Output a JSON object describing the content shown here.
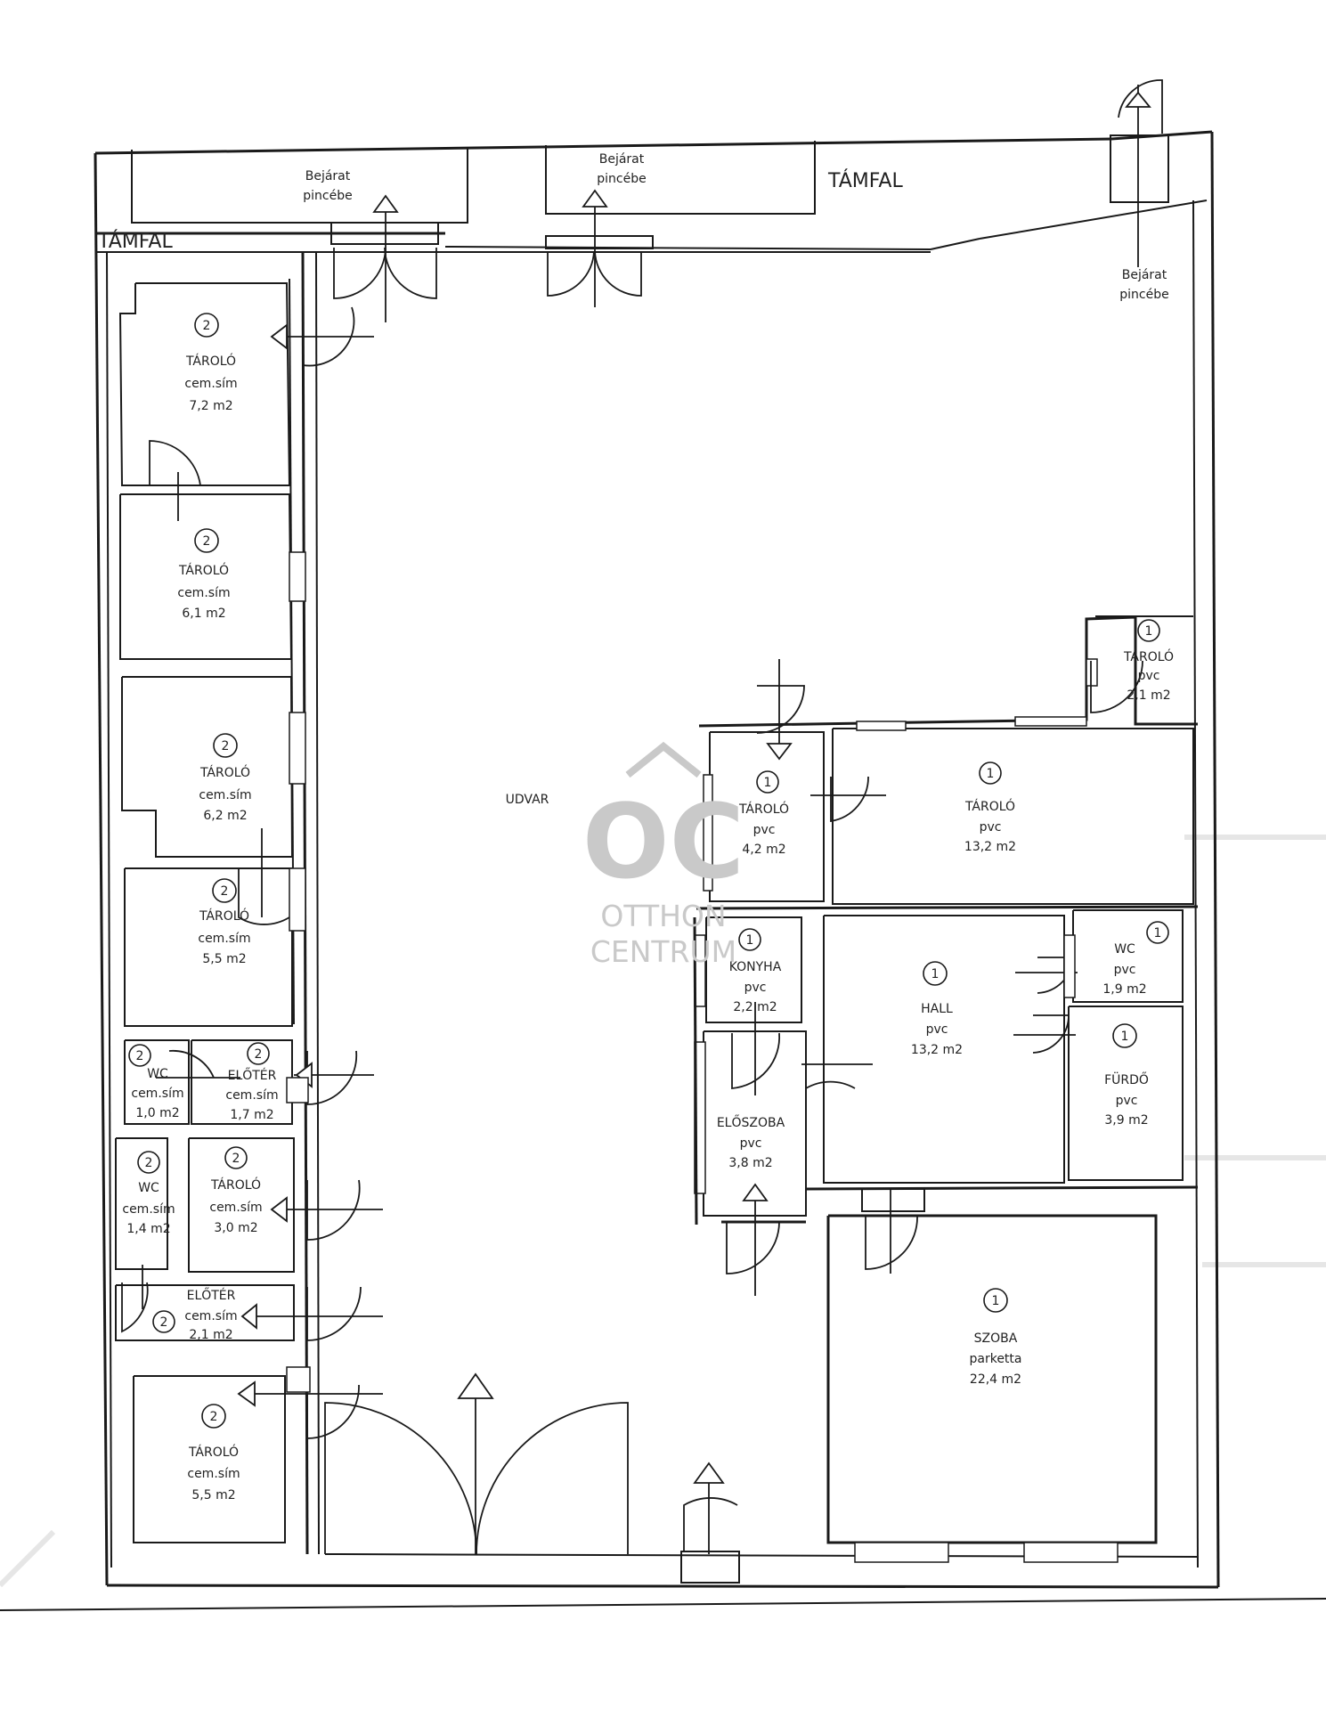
{
  "labels": {
    "tamfal_left": "TÁMFAL",
    "tamfal_top": "TÁMFAL",
    "bejarat_word": "Bejárat",
    "pincebe_word": "pincébe",
    "udvar": "UDVAR"
  },
  "watermark": {
    "letters": "OC",
    "line1": "OTTHON",
    "line2": "CENTRUM"
  },
  "rooms": {
    "r1": {
      "num": "2",
      "name": "TÁROLÓ",
      "floor": "cem.sím",
      "area": "7,2 m2"
    },
    "r2": {
      "num": "2",
      "name": "TÁROLÓ",
      "floor": "cem.sím",
      "area": "6,1 m2"
    },
    "r3": {
      "num": "2",
      "name": "TÁROLÓ",
      "floor": "cem.sím",
      "area": "6,2 m2"
    },
    "r4": {
      "num": "2",
      "name": "TÁROLÓ",
      "floor": "cem.sím",
      "area": "5,5 m2"
    },
    "r5": {
      "num": "2",
      "name": "WC",
      "floor": "cem.sím",
      "area": "1,0 m2"
    },
    "r6": {
      "num": "2",
      "name": "ELŐTÉR",
      "floor": "cem.sím",
      "area": "1,7 m2"
    },
    "r7": {
      "num": "2",
      "name": "WC",
      "floor": "cem.sím",
      "area": "1,4 m2"
    },
    "r8": {
      "num": "2",
      "name": "TÁROLÓ",
      "floor": "cem.sím",
      "area": "3,0 m2"
    },
    "r9": {
      "num": "2",
      "name": "ELŐTÉR",
      "floor": "cem.sím",
      "area": "2,1 m2"
    },
    "r10": {
      "num": "2",
      "name": "TÁROLÓ",
      "floor": "cem.sím",
      "area": "5,5 m2"
    },
    "r11": {
      "num": "1",
      "name": "TÁROLÓ",
      "floor": "pvc",
      "area": "2,1 m2"
    },
    "r12": {
      "num": "1",
      "name": "TÁROLÓ",
      "floor": "pvc",
      "area": "4,2 m2"
    },
    "r13": {
      "num": "1",
      "name": "TÁROLÓ",
      "floor": "pvc",
      "area": "13,2 m2"
    },
    "r14": {
      "num": "1",
      "name": "KONYHA",
      "floor": "pvc",
      "area": "2,2 m2"
    },
    "r15": {
      "num": "1",
      "name": "HALL",
      "floor": "pvc",
      "area": "13,2 m2"
    },
    "r16": {
      "num": "1",
      "name": "WC",
      "floor": "pvc",
      "area": "1,9 m2"
    },
    "r17": {
      "num": "1",
      "name": "FÜRDŐ",
      "floor": "pvc",
      "area": "3,9 m2"
    },
    "r18": {
      "num": "",
      "name": "ELŐSZOBA",
      "floor": "pvc",
      "area": "3,8 m2"
    },
    "r19": {
      "num": "1",
      "name": "SZOBA",
      "floor": "parketta",
      "area": "22,4 m2"
    }
  }
}
